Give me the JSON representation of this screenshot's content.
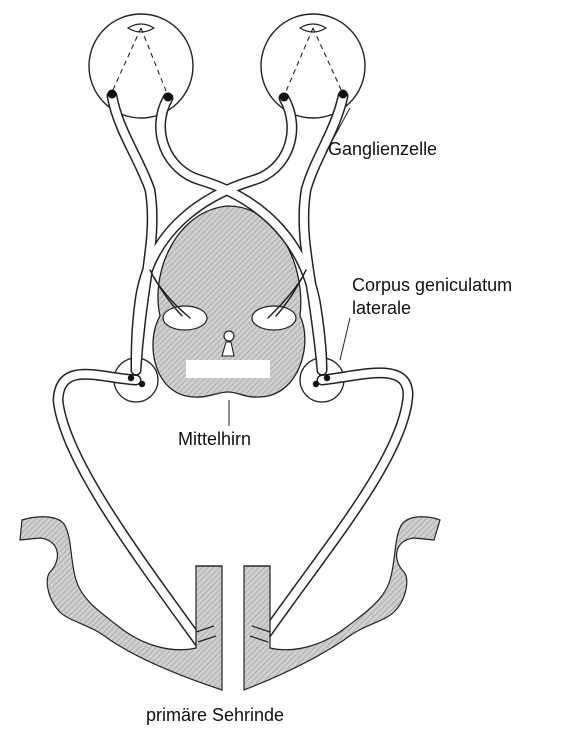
{
  "labels": {
    "ganglion_cell": "Ganglienzelle",
    "lgn_line1": "Corpus geniculatum",
    "lgn_line2": "laterale",
    "midbrain": "Mittelhirn",
    "visual_cortex": "primäre Sehrinde"
  },
  "colors": {
    "ink": "#111111",
    "shade": "#c4c4c4",
    "paper": "#ffffff"
  }
}
